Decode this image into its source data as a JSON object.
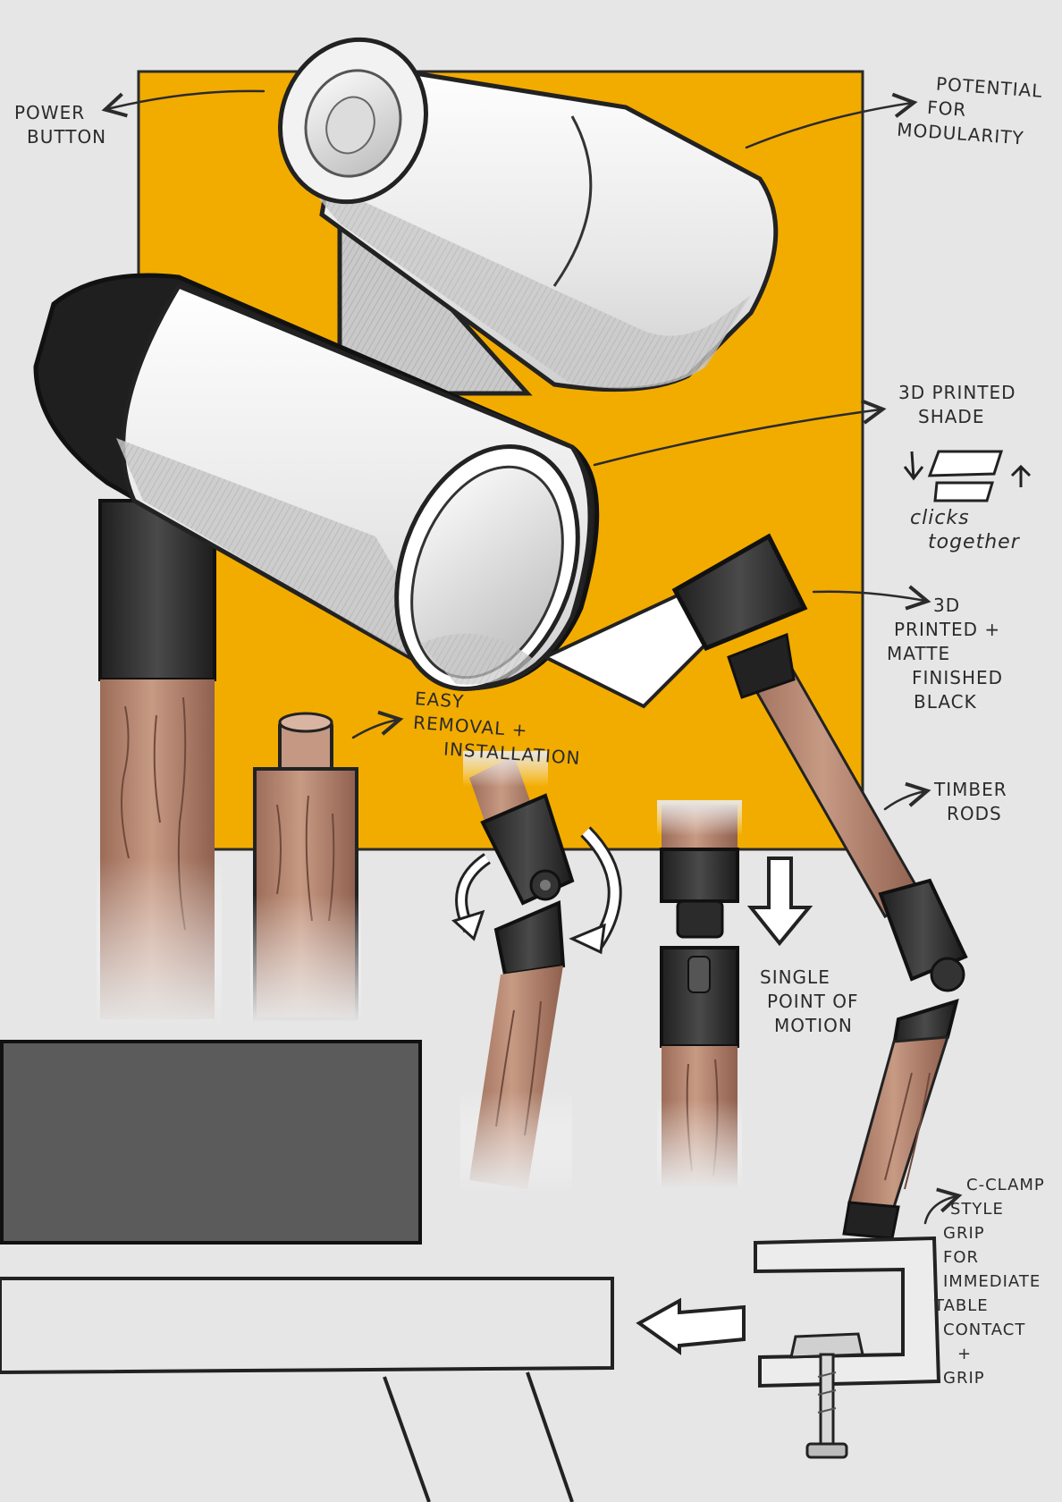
{
  "annotations": {
    "power_button": [
      "POWER",
      "BUTTON"
    ],
    "modularity": [
      "POTENTIAL",
      "FOR",
      "MODULARITY"
    ],
    "printed_shade": [
      "3D PRINTED",
      "SHADE"
    ],
    "clicks_together": [
      "clicks",
      "together"
    ],
    "matte_black": [
      "3D",
      "PRINTED +",
      "MATTE",
      "FINISHED",
      "BLACK"
    ],
    "easy_removal": [
      "EASY",
      "REMOVAL +",
      "INSTALLATION"
    ],
    "timber_rods": [
      "TIMBER",
      "RODS"
    ],
    "single_point": [
      "SINGLE",
      "POINT OF",
      "MOTION"
    ],
    "c_clamp": [
      "C-CLAMP",
      "STYLE",
      "GRIP",
      "FOR",
      "IMMEDIATE",
      "TABLE",
      "CONTACT",
      "+",
      "GRIP"
    ]
  },
  "colors": {
    "accent_orange": "#f2ac00",
    "timber": "#b98670",
    "matte_black": "#2e2e2e",
    "shade_white": "#f5f5f5",
    "monitor_grey": "#5b5b5b",
    "background": "#e6e6e6"
  }
}
